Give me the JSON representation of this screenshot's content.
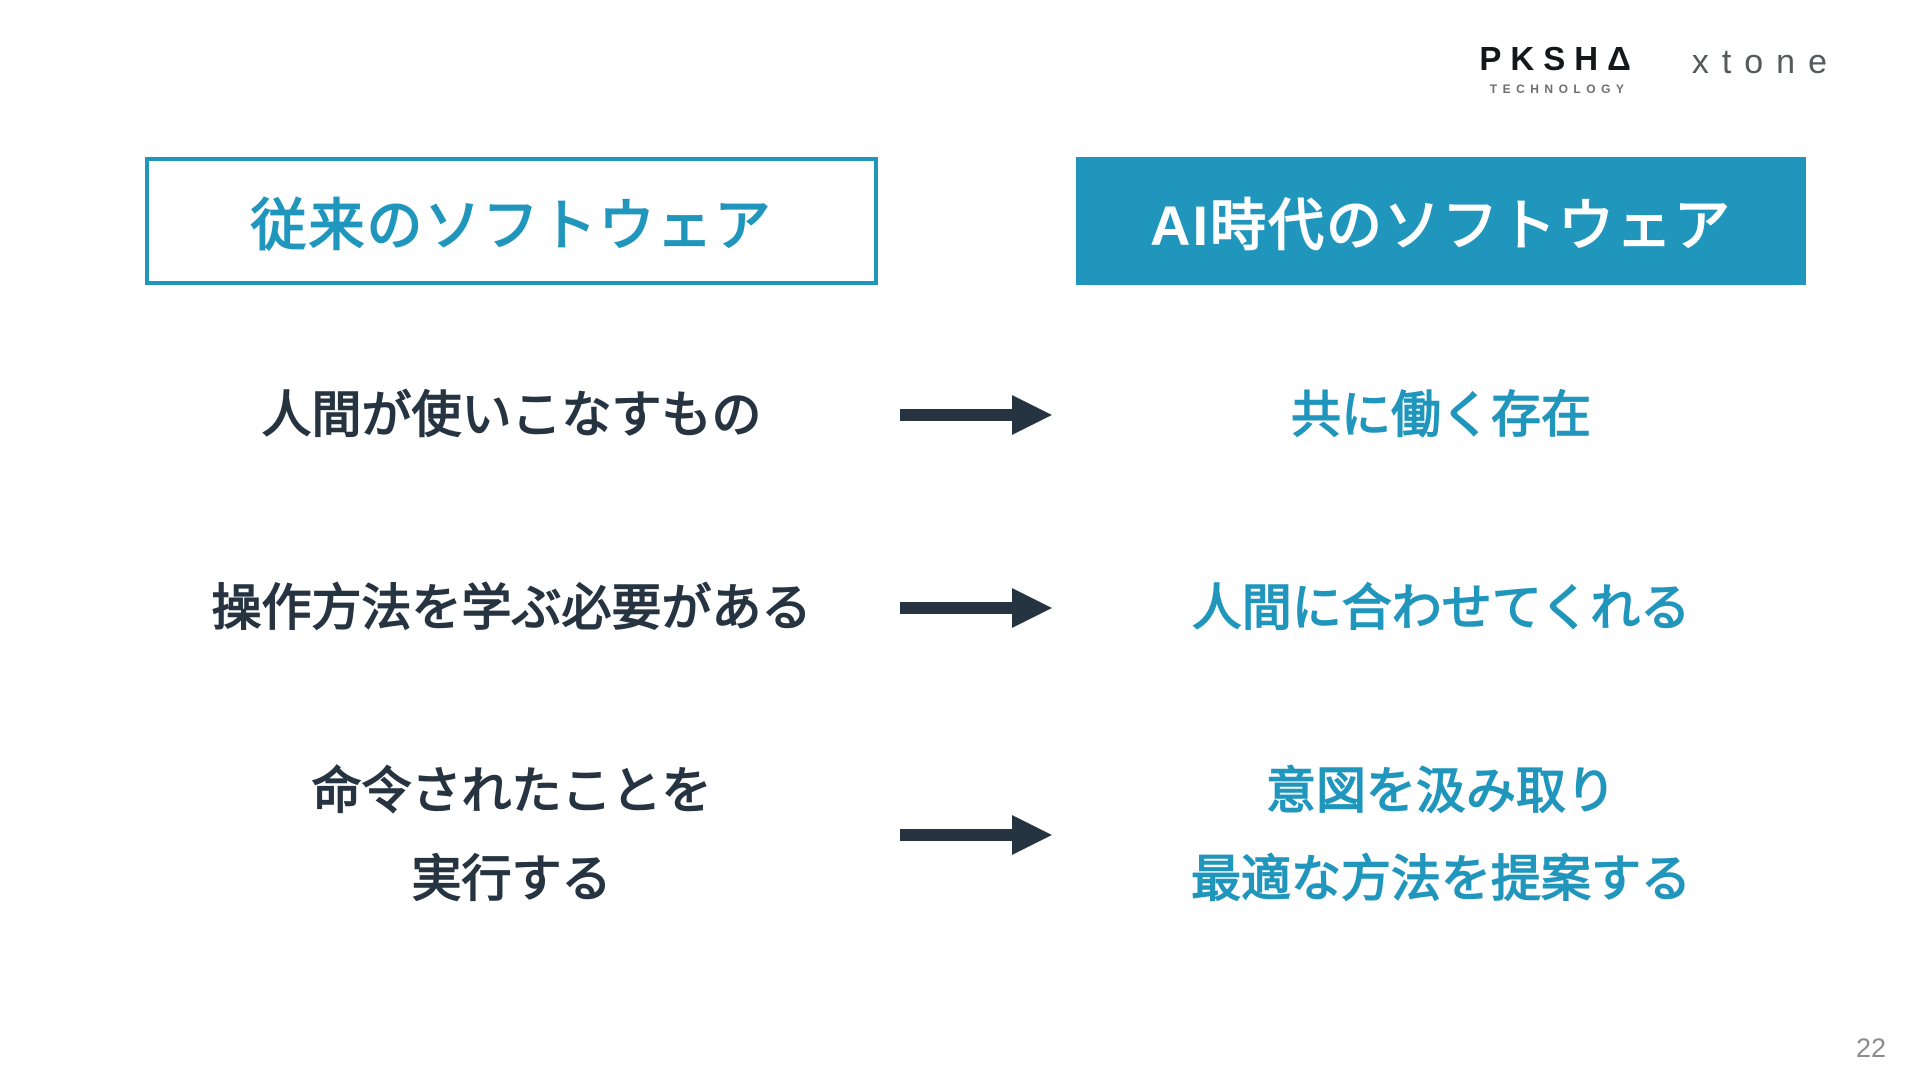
{
  "brand": {
    "pksha_wordmark": "PKSHΔ",
    "pksha_sub": "TECHNOLOGY",
    "xtone_wordmark": "xtone"
  },
  "headers": {
    "left": "従来のソフトウェア",
    "right": "AI時代のソフトウェア"
  },
  "rows": [
    {
      "left": [
        "人間が使いこなすもの"
      ],
      "right": [
        "共に働く存在"
      ]
    },
    {
      "left": [
        "操作方法を学ぶ必要がある"
      ],
      "right": [
        "人間に合わせてくれる"
      ]
    },
    {
      "left": [
        "命令されたことを",
        "実行する"
      ],
      "right": [
        "意図を汲み取り",
        "最適な方法を提案する"
      ]
    }
  ],
  "page_number": "22",
  "colors": {
    "accent_blue": "#2196bd",
    "dark_text": "#263340"
  }
}
